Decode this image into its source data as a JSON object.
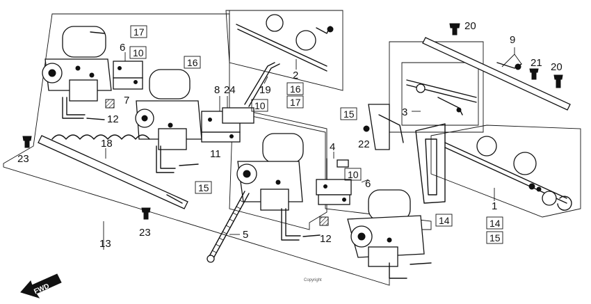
{
  "callouts": {
    "n1": "1",
    "n2": "2",
    "n3": "3",
    "n4": "4",
    "n5": "5",
    "n6a": "6",
    "n6b": "6",
    "n7": "7",
    "n8": "8",
    "n9": "9",
    "n11": "11",
    "n12a": "12",
    "n12b": "12",
    "n13": "13",
    "n18": "18",
    "n19": "19",
    "n20a": "20",
    "n20b": "20",
    "n21": "21",
    "n22": "22",
    "n23a": "23",
    "n23b": "23",
    "n24": "24"
  },
  "boxed": {
    "b17a": "17",
    "b10a": "10",
    "b16a": "16",
    "b16b": "16",
    "b17b": "17",
    "b10b": "10",
    "b15a": "15",
    "b15b": "15",
    "b10c": "10",
    "b14a": "14",
    "b14b": "14",
    "b15c": "15"
  },
  "copyright": "Copyright",
  "fwd_label": "FWD",
  "icons": {
    "fwd_arrow": "fwd-arrow-icon"
  }
}
